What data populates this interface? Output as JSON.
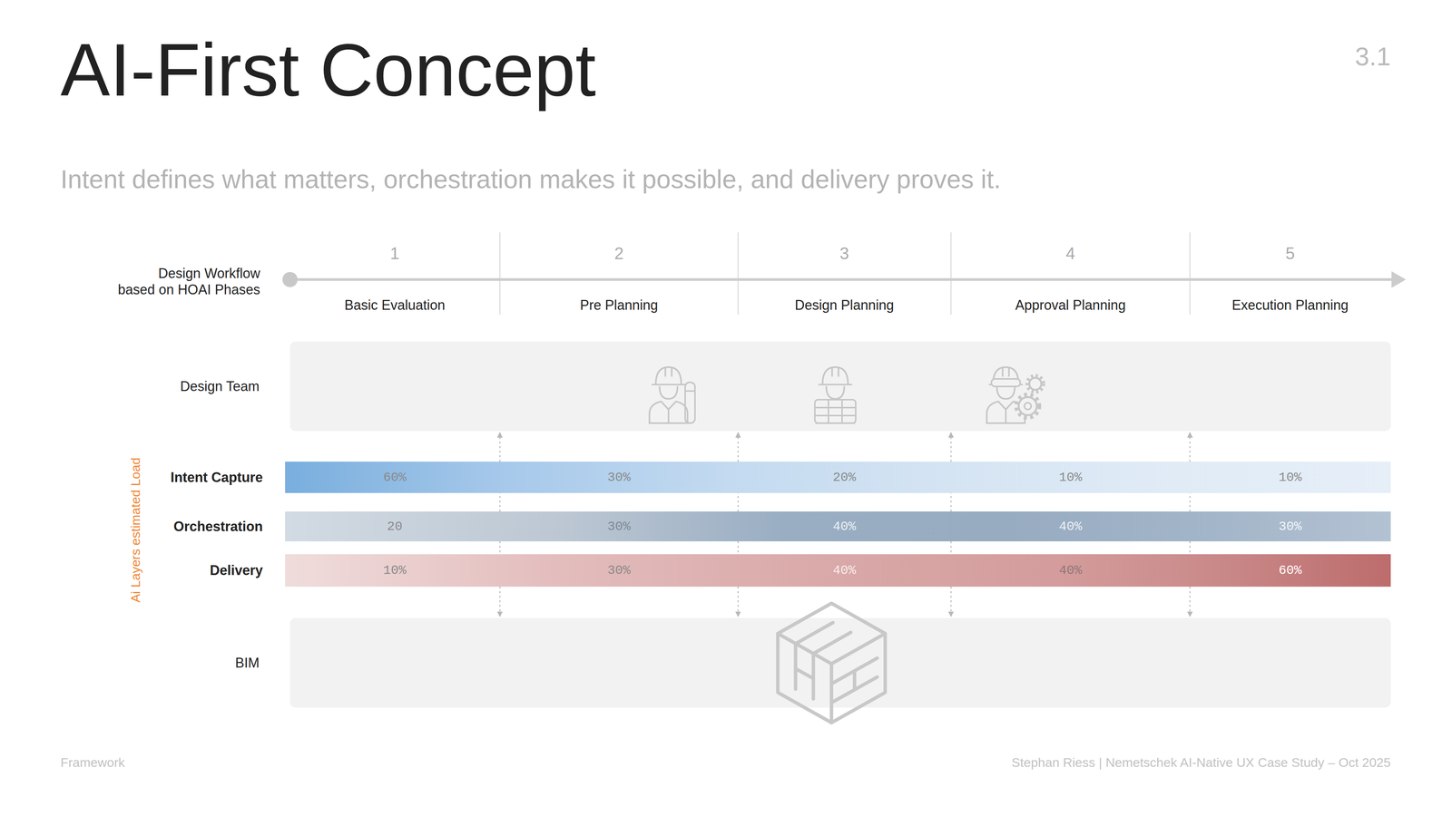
{
  "diagram": {
    "title": "AI-First Concept",
    "caption": "Intent defines what matters, orchestration makes it possible, and delivery proves it.",
    "nodes": [
      {
        "text": [
          "Design Team"
        ]
      },
      {
        "text": [
          "Intent Capture",
          "60%",
          "30%",
          "20%",
          "10%",
          "10%"
        ]
      },
      {
        "text": [
          "Orchestration",
          "20",
          "30%",
          "40%",
          "40%",
          "30%"
        ]
      },
      {
        "text": [
          "Delivery",
          "10%",
          "30%",
          "40%",
          "40%",
          "60%"
        ]
      },
      {
        "text": [
          "BIM"
        ]
      }
    ],
    "edges": [
      {
        "from": 0,
        "to": 4,
        "arrow": "both"
      },
      {
        "from": 0,
        "to": 4,
        "arrow": "both"
      },
      {
        "from": 0,
        "to": 4,
        "arrow": "both"
      },
      {
        "from": 0,
        "to": 4,
        "arrow": "both"
      }
    ],
    "labels": [
      "3.1",
      "Design Workflow based on HOAI Phases",
      "1",
      "Basic Evaluation",
      "2",
      "Pre Planning",
      "3",
      "Design Planning",
      "4",
      "Approval Planning",
      "5",
      "Execution Planning",
      "Ai Layers estimated Load",
      "Framework",
      "Stephan Riess | Nemetschek AI-Native UX Case Study – Oct 2025"
    ]
  }
}
